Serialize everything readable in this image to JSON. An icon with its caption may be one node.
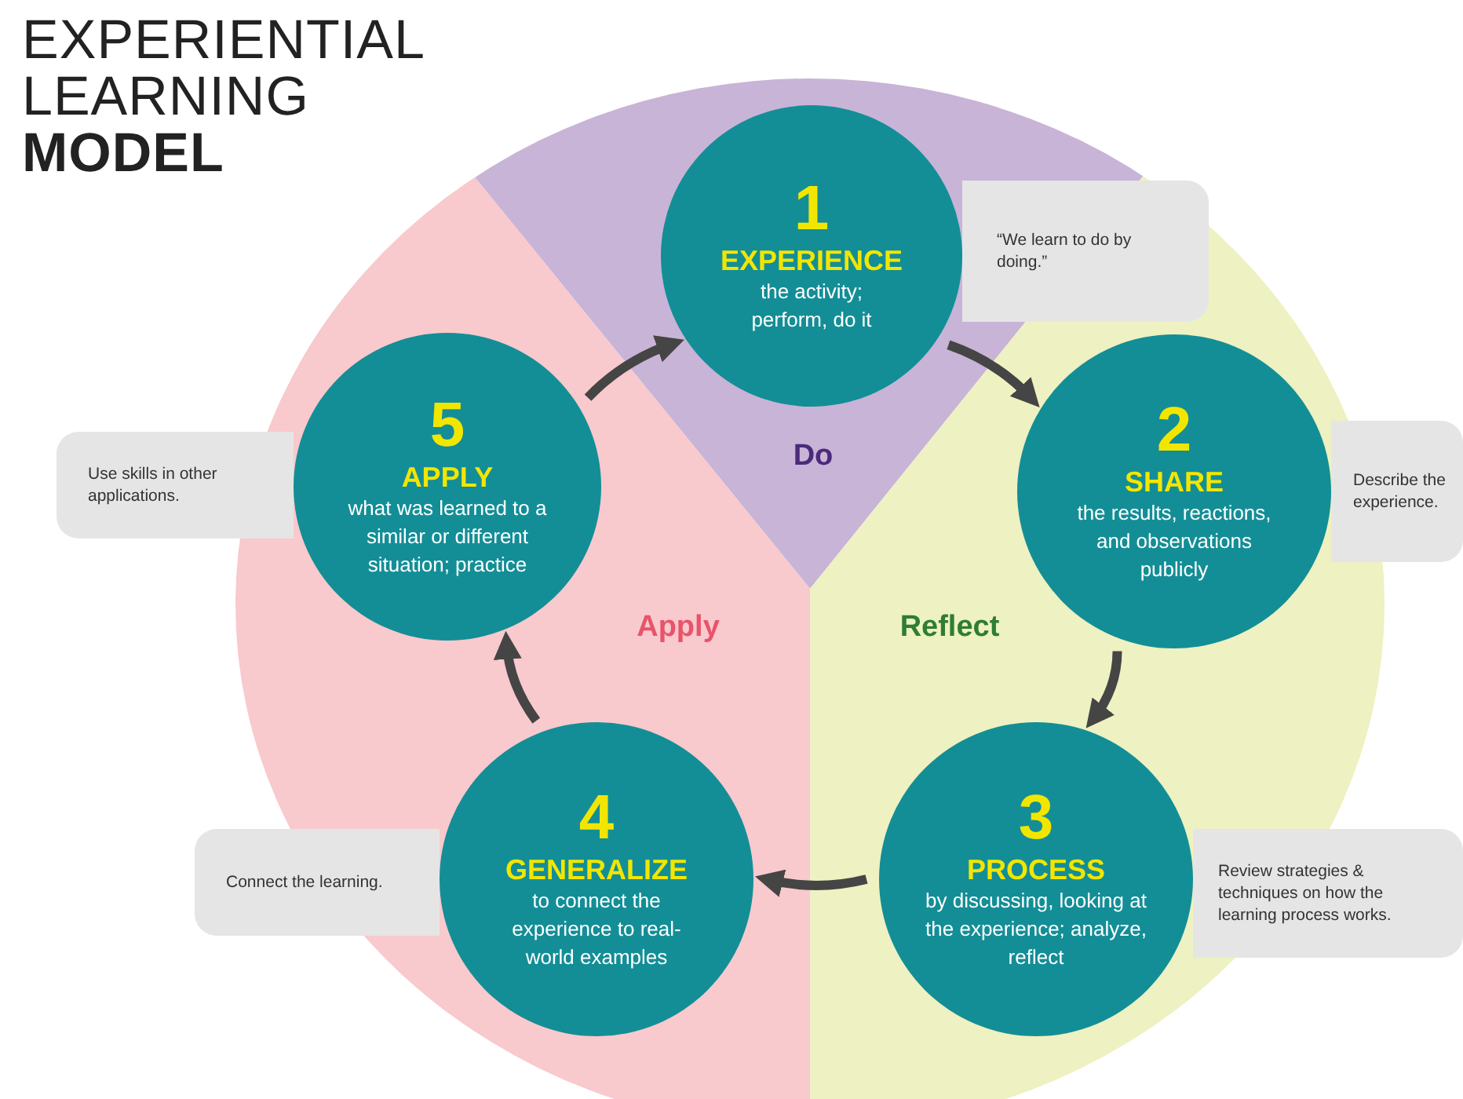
{
  "diagram": {
    "title": "EXPERIENTIAL LEARNING **MODEL**",
    "nodes": [
      {
        "text": [
          "1",
          "EXPERIENCE",
          "the activity; perform, do it"
        ]
      },
      {
        "text": [
          "“We learn to do by doing.”"
        ]
      },
      {
        "text": [
          "5",
          "APPLY",
          "what was learned to a similar or different situation; practice"
        ]
      },
      {
        "text": [
          "Use skills in other applications."
        ]
      },
      {
        "text": [
          "2",
          "SHARE",
          "the results, reactions, and observations publicly"
        ]
      },
      {
        "text": [
          "Describe the experience."
        ]
      },
      {
        "text": [
          "4",
          "GENERALIZE",
          "to connect the experience to real-world examples"
        ]
      },
      {
        "text": [
          "Connect the learning."
        ]
      },
      {
        "text": [
          "3",
          "PROCESS",
          "by discussing, looking at the experience; analyze, reflect"
        ]
      },
      {
        "text": [
          "Review strategies & techniques on how the learning process works."
        ]
      }
    ],
    "edges": [
      {
        "from": 0,
        "to": 4,
        "arrow": "to"
      },
      {
        "from": 4,
        "to": 8,
        "arrow": "to"
      },
      {
        "from": 8,
        "to": 6,
        "arrow": "to"
      },
      {
        "from": 6,
        "to": 2,
        "arrow": "to"
      },
      {
        "from": 2,
        "to": 0,
        "arrow": "to"
      }
    ],
    "labels": [
      "Do",
      "Apply",
      "Reflect"
    ]
  }
}
